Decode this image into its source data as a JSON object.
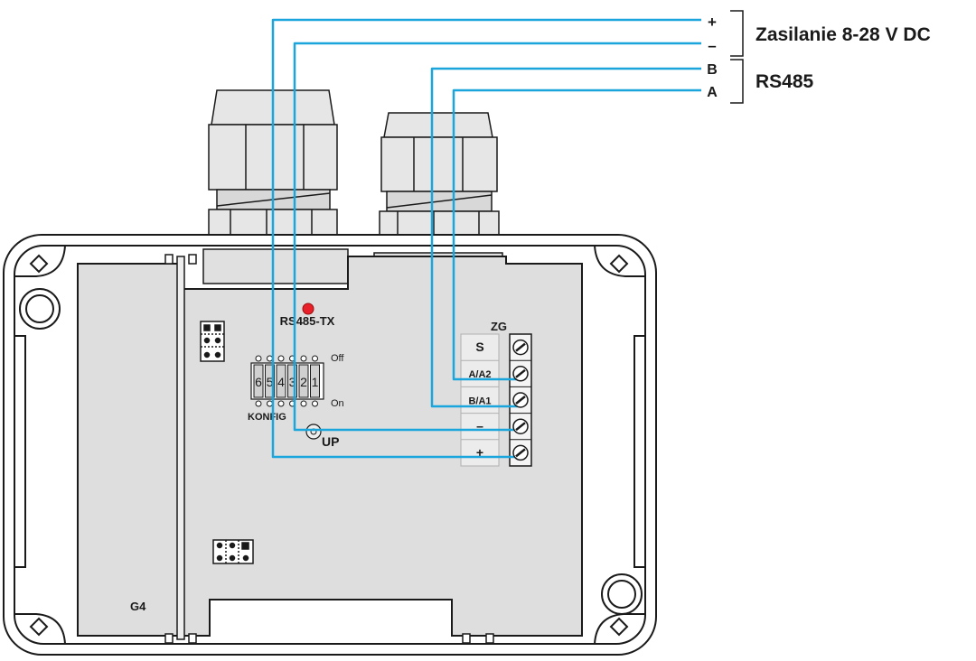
{
  "supply": {
    "plus": "+",
    "minus": "–",
    "label": "Zasilanie 8-28 V DC"
  },
  "bus": {
    "b": "B",
    "a": "A",
    "label": "RS485"
  },
  "board": {
    "led_label": "RS485-TX",
    "dip_numbers": [
      "6",
      "5",
      "4",
      "3",
      "2",
      "1"
    ],
    "dip_off": "Off",
    "dip_on": "On",
    "dip_label": "KONFIG",
    "button_label": "UP",
    "module_label": "G4"
  },
  "terminal": {
    "title": "ZG",
    "pins": [
      "S",
      "A/A2",
      "B/A1",
      "–",
      "+"
    ]
  },
  "colors": {
    "wire": "#1aa6dc",
    "board": "#dedede",
    "led": "#e8202a",
    "outline": "#1a1a1a"
  }
}
